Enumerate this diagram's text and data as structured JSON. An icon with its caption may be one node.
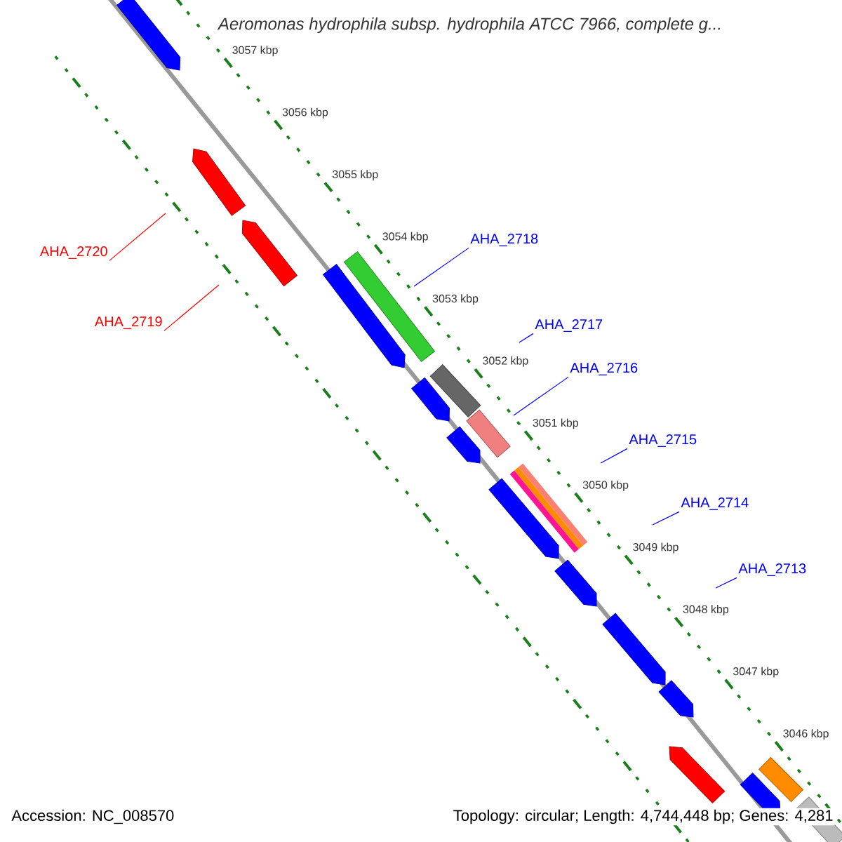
{
  "diagram": {
    "title": "Aeromonas hydrophila subsp. hydrophila ATCC 7966, complete g...",
    "nodes": [
      {
        "text": [
          "AHA_2720"
        ]
      },
      {
        "text": [
          "AHA_2719"
        ]
      },
      {
        "text": [
          "AHA_2718"
        ]
      },
      {
        "text": [
          "AHA_2717"
        ]
      },
      {
        "text": [
          "AHA_2716"
        ]
      },
      {
        "text": [
          "AHA_2715"
        ]
      },
      {
        "text": [
          "AHA_2714"
        ]
      },
      {
        "text": [
          "AHA_2713"
        ]
      }
    ],
    "edges": [
      {
        "from": 0,
        "to": null,
        "arrow": "none",
        "color": "#ff0000"
      },
      {
        "from": 1,
        "to": null,
        "arrow": "none",
        "color": "#ff0000"
      },
      {
        "from": 2,
        "to": null,
        "arrow": "none"
      },
      {
        "from": 3,
        "to": null,
        "arrow": "none"
      },
      {
        "from": 4,
        "to": null,
        "arrow": "none"
      },
      {
        "from": 5,
        "to": null,
        "arrow": "none"
      },
      {
        "from": 6,
        "to": null,
        "arrow": "none"
      },
      {
        "from": 7,
        "to": null,
        "arrow": "none"
      }
    ],
    "labels": [
      "3057 kbp",
      "3056 kbp",
      "3055 kbp",
      "3054 kbp",
      "3053 kbp",
      "3052 kbp",
      "3051 kbp",
      "3050 kbp",
      "3049 kbp",
      "3048 kbp",
      "3047 kbp",
      "3046 kbp",
      "Accession: NC_008570",
      "Topology: circular; Length: 4,744,448 bp; Genes: 4,281"
    ]
  }
}
